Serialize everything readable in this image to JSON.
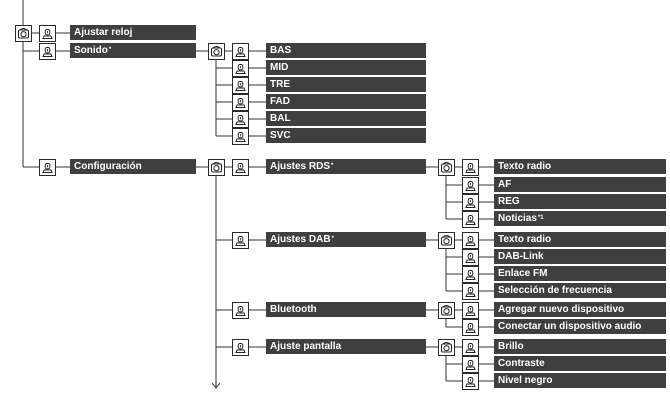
{
  "colors": {
    "label_bg": "#3f3f3f",
    "label_text": "#ffffff",
    "line": "#333333"
  },
  "icons": {
    "dial": "dial-icon",
    "push": "push-button-icon"
  },
  "root_items": {
    "clock": {
      "label": "Ajustar reloj"
    },
    "sound": {
      "label": "Sonido",
      "mark": "*"
    },
    "config": {
      "label": "Configuración"
    }
  },
  "sound_items": [
    {
      "label": "BAS"
    },
    {
      "label": "MID"
    },
    {
      "label": "TRE"
    },
    {
      "label": "FAD"
    },
    {
      "label": "BAL"
    },
    {
      "label": "SVC"
    }
  ],
  "config_items": {
    "rds": {
      "label": "Ajustes RDS",
      "mark": "*"
    },
    "dab": {
      "label": "Ajustes DAB",
      "mark": "*"
    },
    "bluetooth": {
      "label": "Bluetooth"
    },
    "display": {
      "label": "Ajuste pantalla"
    }
  },
  "rds_items": [
    {
      "label": "Texto radio"
    },
    {
      "label": "AF"
    },
    {
      "label": "REG"
    },
    {
      "label": "Noticias",
      "mark": "*1"
    }
  ],
  "dab_items": [
    {
      "label": "Texto radio"
    },
    {
      "label": "DAB-Link"
    },
    {
      "label": "Enlace FM"
    },
    {
      "label": "Selección de frecuencia"
    }
  ],
  "bluetooth_items": [
    {
      "label": "Agregar nuevo dispositivo"
    },
    {
      "label": "Conectar un dispositivo audio"
    }
  ],
  "display_items": [
    {
      "label": "Brillo"
    },
    {
      "label": "Contraste"
    },
    {
      "label": "Nivel negro"
    }
  ]
}
